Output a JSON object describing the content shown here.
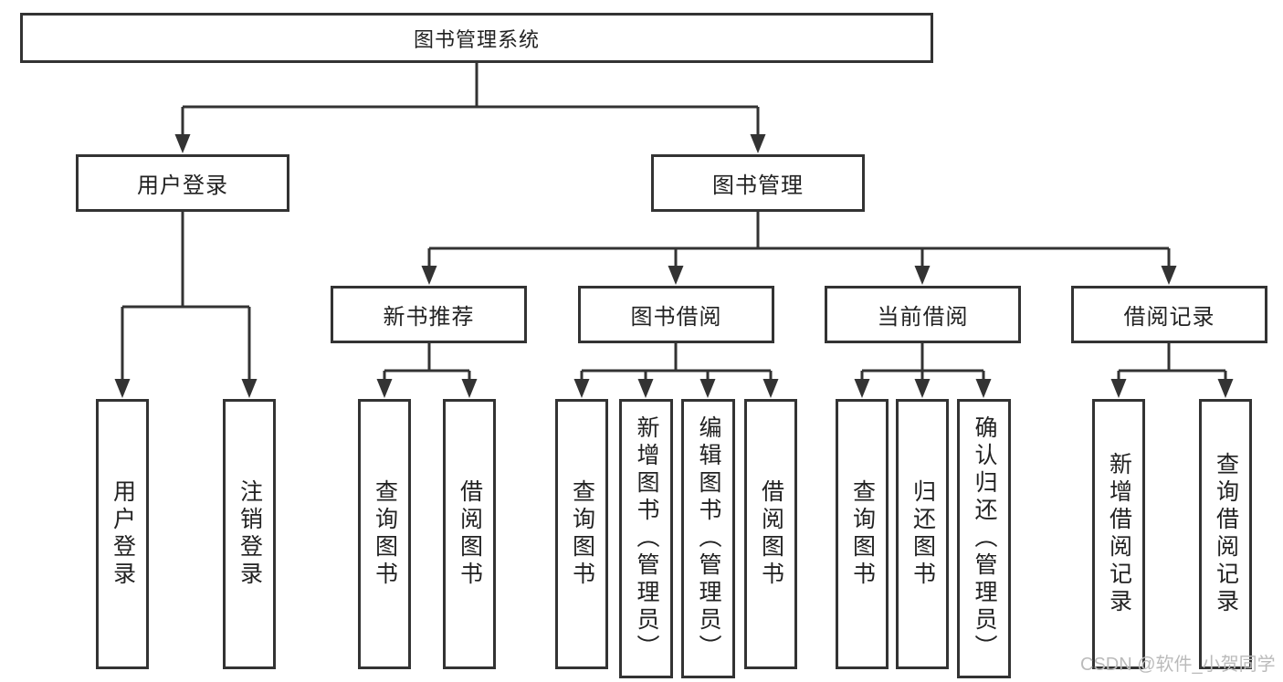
{
  "diagram": {
    "title": "图书管理系统",
    "branches": [
      {
        "label": "用户登录",
        "children": [
          {
            "label": "用户登录"
          },
          {
            "label": "注销登录"
          }
        ]
      },
      {
        "label": "图书管理",
        "groups": [
          {
            "label": "新书推荐",
            "children": [
              {
                "label": "查询图书"
              },
              {
                "label": "借阅图书"
              }
            ]
          },
          {
            "label": "图书借阅",
            "children": [
              {
                "label": "查询图书"
              },
              {
                "label": "新增图书（管理员）"
              },
              {
                "label": "编辑图书（管理员）"
              },
              {
                "label": "借阅图书"
              }
            ]
          },
          {
            "label": "当前借阅",
            "children": [
              {
                "label": "查询图书"
              },
              {
                "label": "归还图书"
              },
              {
                "label": "确认归还（管理员）"
              }
            ]
          },
          {
            "label": "借阅记录",
            "children": [
              {
                "label": "新增借阅记录"
              },
              {
                "label": "查询借阅记录"
              }
            ]
          }
        ]
      }
    ]
  },
  "watermark": "CSDN @软件_小贺同学",
  "colors": {
    "line": "#333333",
    "text": "#222222",
    "watermark": "#bbbbbb",
    "background": "#ffffff"
  }
}
